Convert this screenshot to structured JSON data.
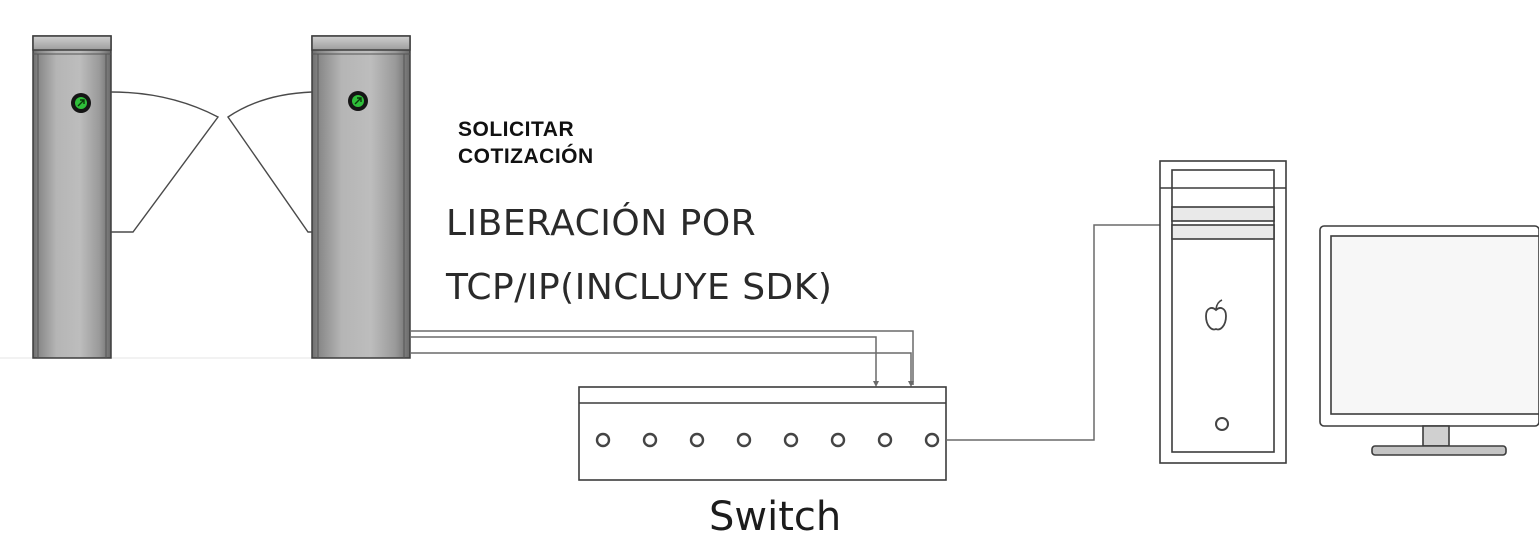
{
  "cta": {
    "line1": "SOLICITAR",
    "line2": "COTIZACIÓN"
  },
  "release_text": {
    "line1": "LIBERACIÓN POR",
    "line2": "TCP/IP(INCLUYE SDK)"
  },
  "switch": {
    "label": "Switch",
    "port_count": 8
  },
  "colors": {
    "indicator": "#2fbf3a",
    "line": "#6a6a6a",
    "post_face": "#a9a9a9"
  },
  "icons": {
    "computer": "apple-logo-icon",
    "indicator": "arrow-up-right-icon"
  }
}
